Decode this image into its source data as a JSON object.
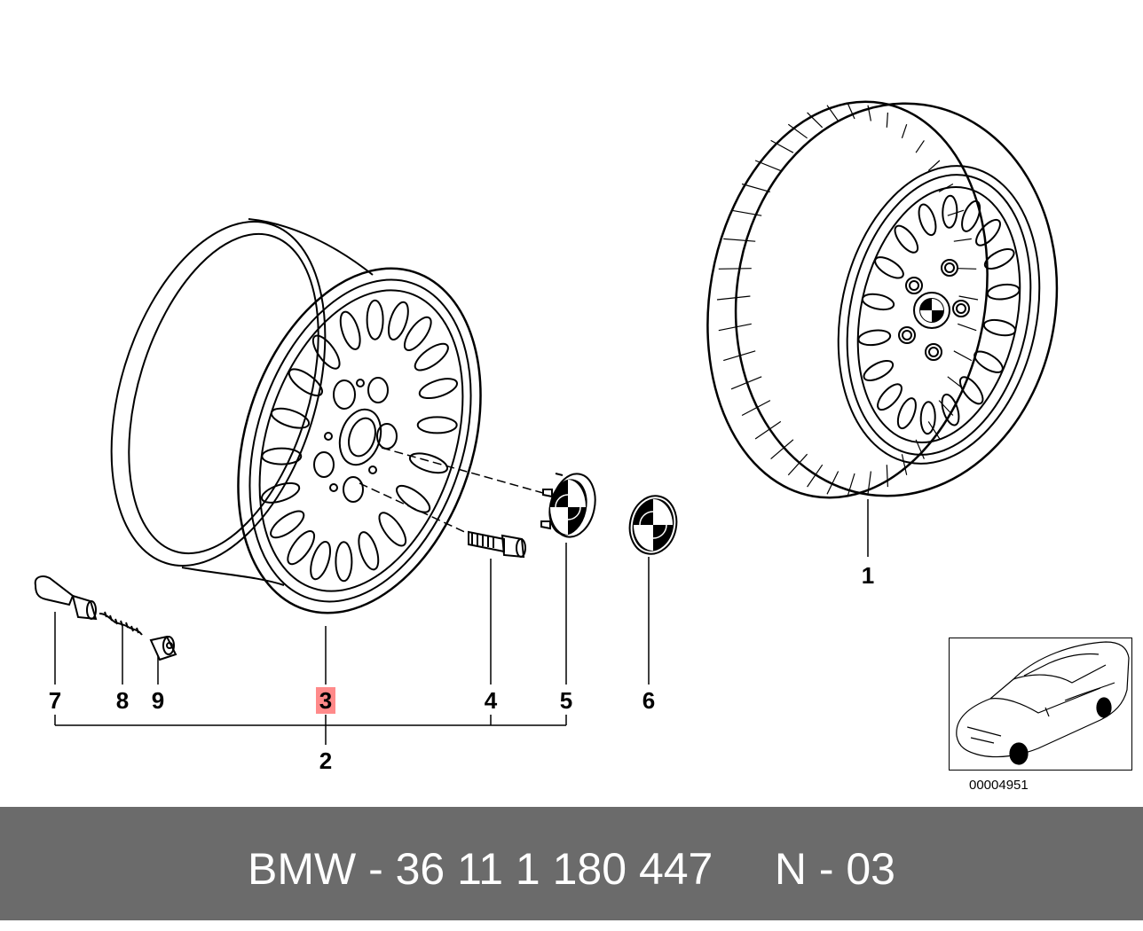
{
  "callouts": {
    "c1": "1",
    "c2": "2",
    "c3": "3",
    "c4": "4",
    "c5": "5",
    "c6": "6",
    "c7": "7",
    "c8": "8",
    "c9": "9"
  },
  "colors": {
    "highlight": "#ff8a8a",
    "footer_bg": "#6b6b6b",
    "footer_text": "#ffffff",
    "line": "#000000"
  },
  "thumbnail": {
    "ref_number": "00004951"
  },
  "footer": {
    "text": "BMW - 36 11 1 180 447     N - 03"
  }
}
